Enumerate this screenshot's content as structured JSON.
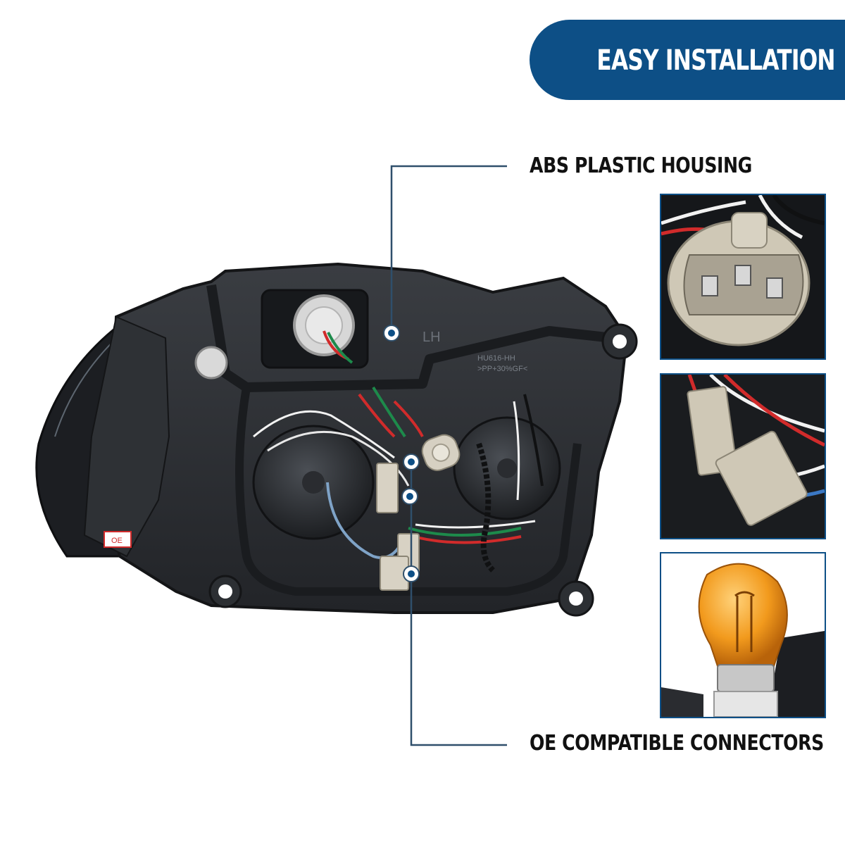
{
  "banner": {
    "title": "EASY INSTALLATION"
  },
  "callouts": {
    "housing": "ABS PLASTIC HOUSING",
    "connectors": "OE COMPATIBLE CONNECTORS"
  },
  "colors": {
    "accent": "#0d4f86",
    "callout_line": "#2f4f6b",
    "text": "#111111"
  },
  "photo_text": {
    "side": "LH",
    "part_number": "HU616-HH",
    "material": ">PP+30%GF<",
    "badge": "OE"
  },
  "detail_images": [
    {
      "name": "connector-plug-closeup"
    },
    {
      "name": "wiring-connector-closeup"
    },
    {
      "name": "amber-bulb-closeup"
    }
  ]
}
